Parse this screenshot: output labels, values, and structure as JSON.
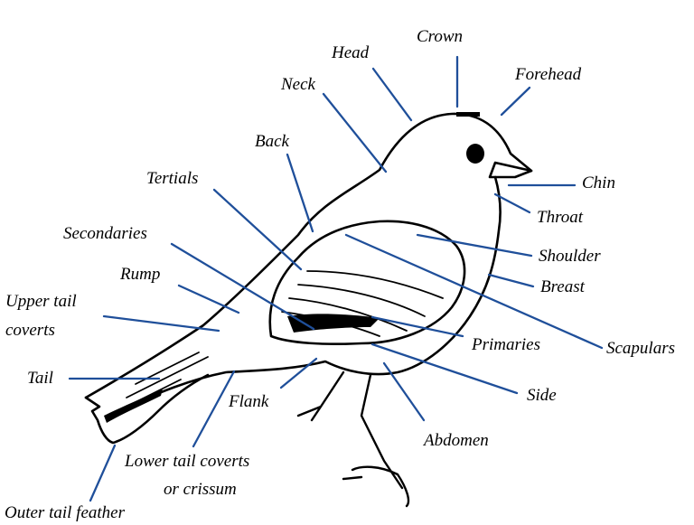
{
  "colors": {
    "leader": "#1f4f9a",
    "outline": "#000000",
    "background": "#ffffff"
  },
  "labels": {
    "crown": "Crown",
    "head": "Head",
    "forehead": "Forehead",
    "neck": "Neck",
    "back": "Back",
    "tertials": "Tertials",
    "secondaries": "Secondaries",
    "rump": "Rump",
    "upper_tail_coverts_1": "Upper tail",
    "upper_tail_coverts_2": "coverts",
    "tail": "Tail",
    "flank": "Flank",
    "lower_tail_coverts_1": "Lower tail coverts",
    "lower_tail_coverts_2": "or crissum",
    "outer_tail_feather": "Outer tail feather",
    "chin": "Chin",
    "throat": "Throat",
    "shoulder": "Shoulder",
    "breast": "Breast",
    "primaries": "Primaries",
    "scapulars": "Scapulars",
    "side": "Side",
    "abdomen": "Abdomen"
  }
}
